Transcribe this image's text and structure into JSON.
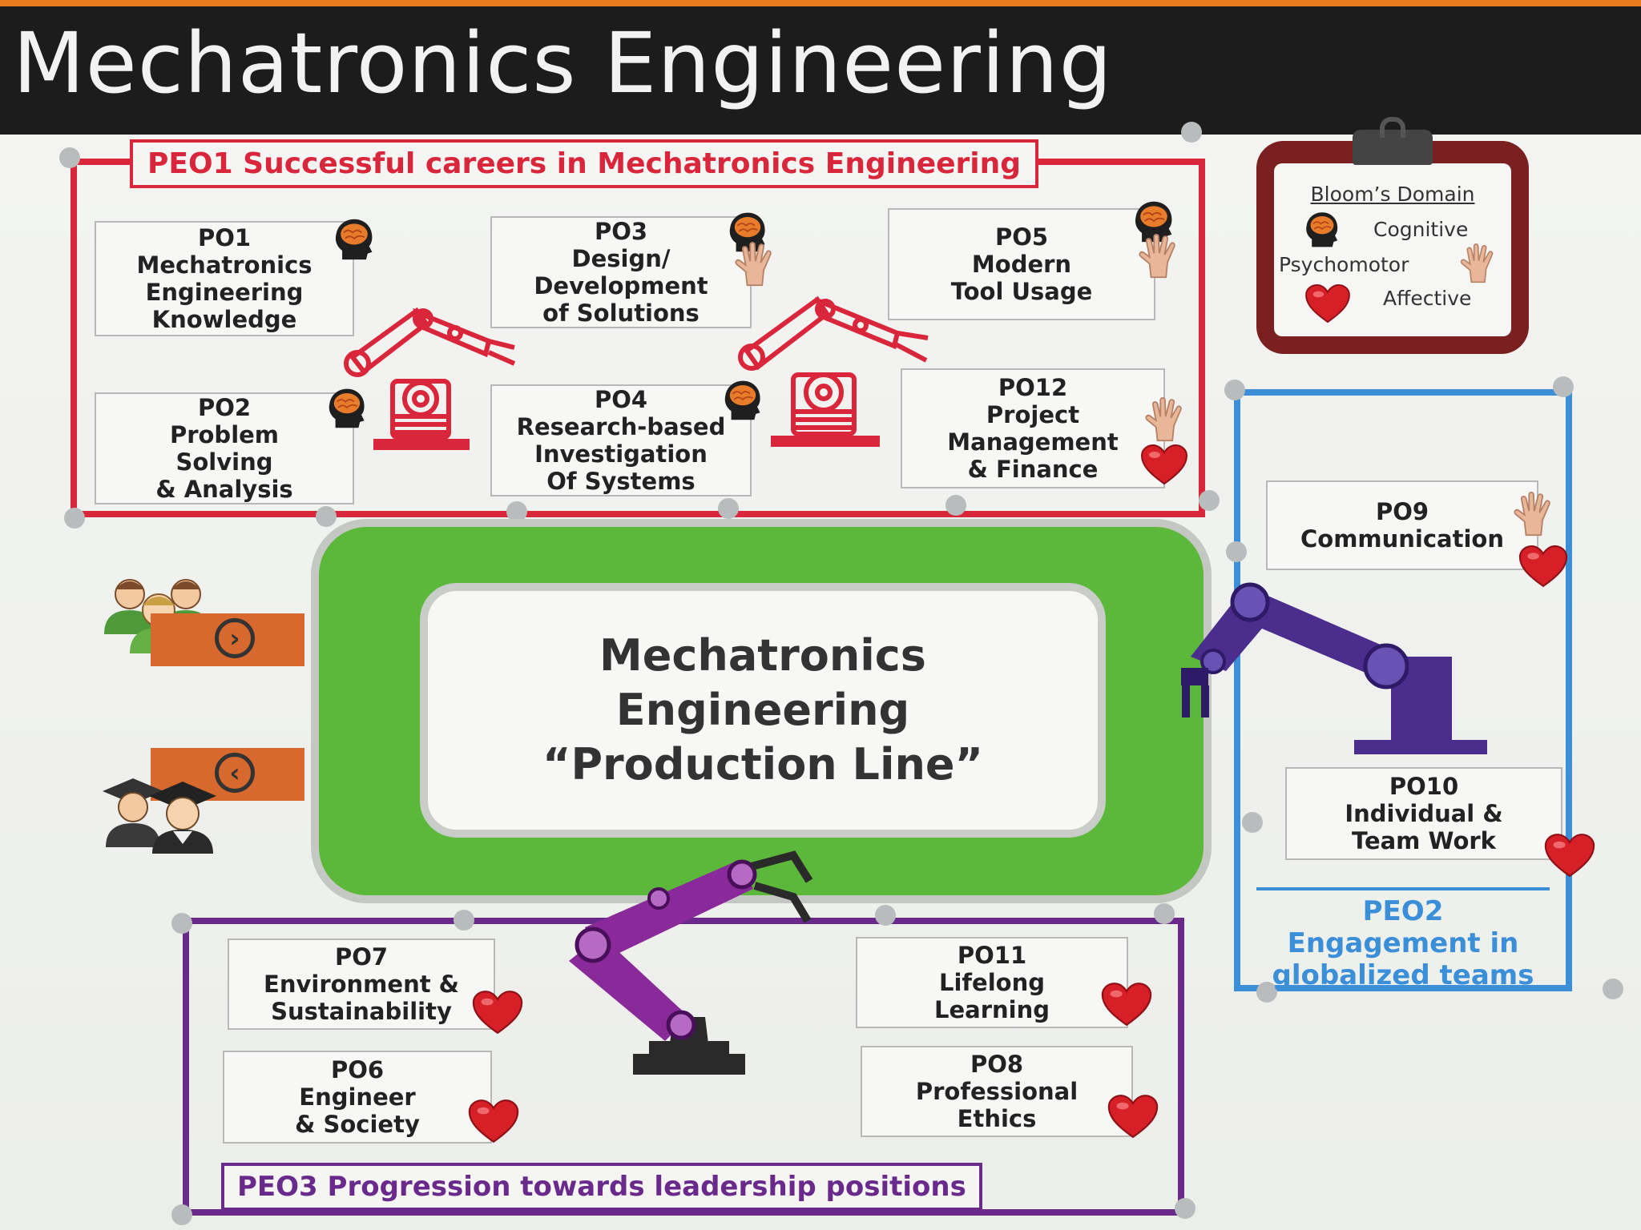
{
  "header": {
    "title": "Mechatronics Engineering"
  },
  "peo1": {
    "label": "PEO1 Successful careers in Mechatronics Engineering"
  },
  "peo2": {
    "label": "PEO2\nEngagement in\nglobalized teams"
  },
  "peo3": {
    "label": "PEO3 Progression towards leadership positions"
  },
  "center": {
    "label": "Mechatronics\nEngineering\n“Production Line”"
  },
  "legend": {
    "title": "Bloom’s Domain",
    "cognitive": "Cognitive",
    "psychomotor": "Psychomotor",
    "affective": "Affective"
  },
  "pos": {
    "po1": "PO1\nMechatronics\nEngineering\nKnowledge",
    "po2": "PO2\nProblem\nSolving\n& Analysis",
    "po3": "PO3\nDesign/\nDevelopment\nof Solutions",
    "po4": "PO4\nResearch-based\nInvestigation\nOf Systems",
    "po5": "PO5\nModern\nTool Usage",
    "po12": "PO12\nProject\nManagement\n& Finance",
    "po9": "PO9\nCommunication",
    "po10": "PO10\nIndividual &\nTeam Work",
    "po7": "PO7\nEnvironment &\nSustainability",
    "po6": "PO6\nEngineer\n& Society",
    "po11": "PO11\nLifelong\nLearning",
    "po8": "PO8\nProfessional\nEthics"
  },
  "icons": {
    "brain": "brain-head-icon",
    "hand": "hand-icon",
    "heart": "heart-icon",
    "students": "students-group-icon",
    "graduates": "graduates-icon",
    "robot_arm": "robot-arm-icon"
  },
  "colors": {
    "peo1": "#d9263b",
    "peo2": "#3a8fd8",
    "peo3": "#6a2a8c",
    "center_green": "#5cb83a",
    "arrow_orange": "#d7682e",
    "legend_brown": "#7a2020",
    "heart_red": "#d61f26"
  }
}
